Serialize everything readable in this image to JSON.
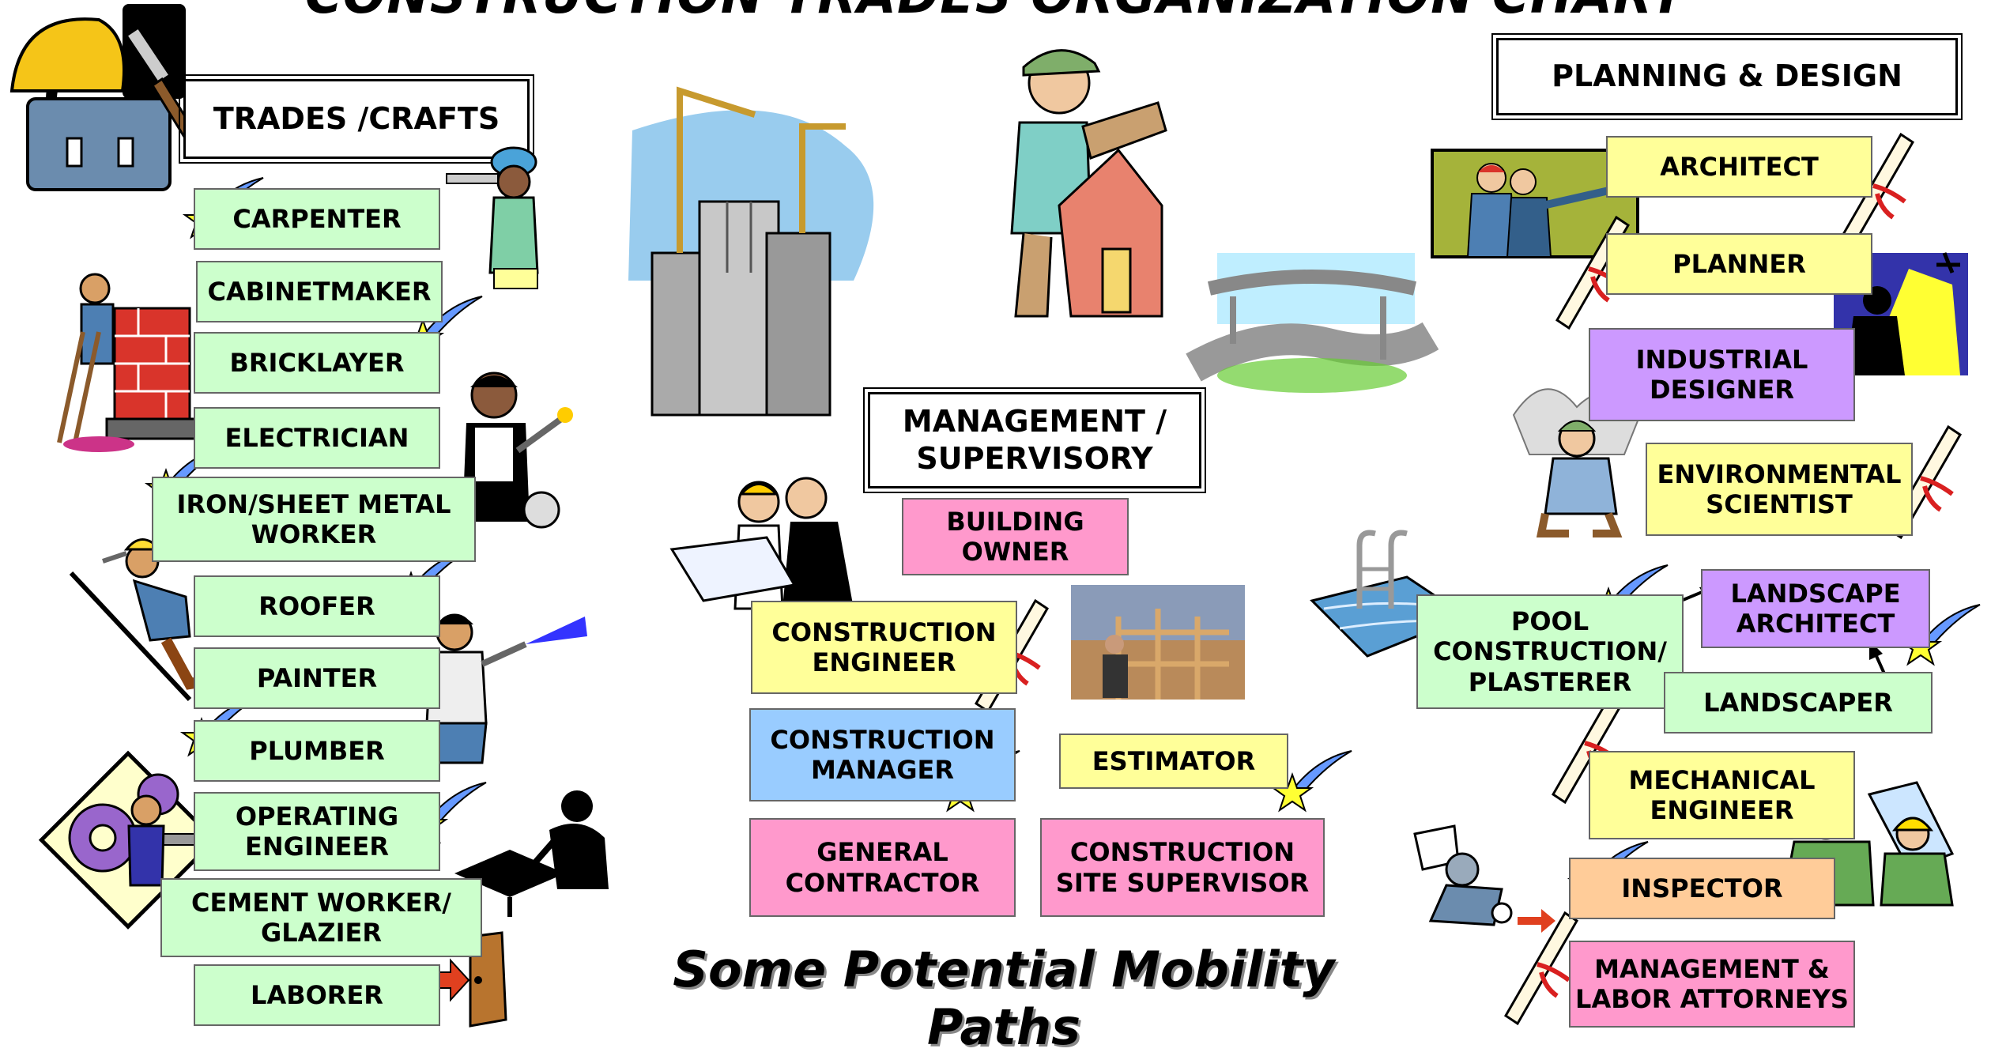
{
  "title": "CONSTRUCTION TRADES ORGANIZATION CHART",
  "caption": "Some Potential Mobility Paths",
  "sections": {
    "trades": {
      "header": "TRADES /CRAFTS",
      "items": [
        "CARPENTER",
        "CABINETMAKER",
        "BRICKLAYER",
        "ELECTRICIAN",
        "IRON/SHEET METAL\nWORKER",
        "ROOFER",
        "PAINTER",
        "PLUMBER",
        "OPERATING\nENGINEER",
        "CEMENT WORKER/\nGLAZIER",
        "LABORER"
      ]
    },
    "management": {
      "header": "MANAGEMENT /\nSUPERVISORY",
      "items": [
        "BUILDING\nOWNER",
        "CONSTRUCTION\nENGINEER",
        "CONSTRUCTION\nMANAGER",
        "ESTIMATOR",
        "GENERAL\nCONTRACTOR",
        "CONSTRUCTION\nSITE SUPERVISOR"
      ]
    },
    "planning": {
      "header": "PLANNING & DESIGN",
      "items": [
        "ARCHITECT",
        "PLANNER",
        "INDUSTRIAL\nDESIGNER",
        "ENVIRONMENTAL\nSCIENTIST",
        "POOL\nCONSTRUCTION/\nPLASTERER",
        "LANDSCAPE\nARCHITECT",
        "LANDSCAPER",
        "MECHANICAL\nENGINEER",
        "INSPECTOR",
        "MANAGEMENT &\nLABOR ATTORNEYS"
      ]
    }
  },
  "colors": {
    "trades_box": "#ccffcc",
    "yellow_box": "#ffff99",
    "pink_box": "#ff99cc",
    "blue_box": "#99ccff",
    "purple_box": "#cc99ff",
    "peach_box": "#ffcc99",
    "shooting_star": "#ffff33",
    "star_tail": "#6699ff"
  },
  "icons": [
    "hard-hat-toolbox-icon",
    "carpenter-worker-icon",
    "bricklayer-icon",
    "welder-icon",
    "roofer-icon",
    "painter-sprayer-icon",
    "gears-worker-icon",
    "cement-worker-icon",
    "door-arrow-icon",
    "city-cranes-icon",
    "builder-house-icon",
    "highway-icon",
    "engineers-blueprint-icon",
    "construction-site-photo-icon",
    "scroll-icon",
    "shooting-star-icon",
    "architects-pointing-icon",
    "drafting-lamp-icon",
    "scientist-field-icon",
    "pool-ladder-icon",
    "inspector-magnifier-icon",
    "engineers-hardhat-icon",
    "double-arrow-icon"
  ]
}
